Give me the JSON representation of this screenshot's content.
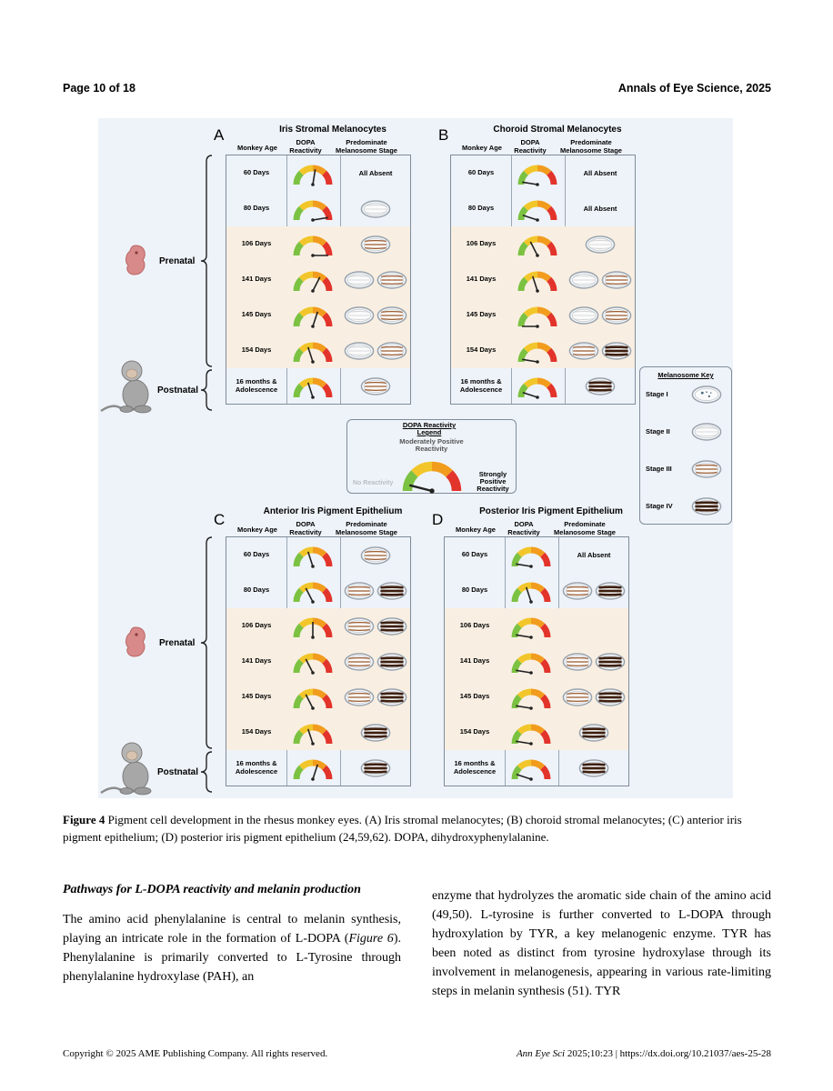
{
  "header": {
    "left": "Page 10 of 18",
    "right": "Annals of Eye Science, 2025"
  },
  "figure": {
    "col_age": "Monkey Age",
    "col_dopa": "DOPA Reactivity",
    "col_stage": "Predominate Melanosome Stage",
    "prenatal": "Prenatal",
    "postnatal": "Postnatal",
    "ages": [
      "60 Days",
      "80 Days",
      "106 Days",
      "141 Days",
      "145 Days",
      "154 Days",
      "16 months & Adolescence"
    ],
    "all_absent": "All Absent",
    "panels": [
      {
        "letter": "A",
        "title": "Iris Stromal Melanocytes",
        "dopa": [
          0.55,
          0.95,
          1.0,
          0.65,
          0.6,
          0.4,
          0.4
        ],
        "stages": [
          [
            "absent"
          ],
          [
            "II"
          ],
          [
            "III"
          ],
          [
            "II",
            "III"
          ],
          [
            "II",
            "III"
          ],
          [
            "II",
            "III"
          ],
          [
            "III"
          ]
        ]
      },
      {
        "letter": "B",
        "title": "Choroid Stromal Melanocytes",
        "dopa": [
          0.05,
          0.1,
          0.35,
          0.4,
          0.0,
          0.05,
          0.1
        ],
        "stages": [
          [
            "absent"
          ],
          [
            "absent"
          ],
          [
            "II"
          ],
          [
            "II",
            "III"
          ],
          [
            "II",
            "III"
          ],
          [
            "III",
            "IV"
          ],
          [
            "IV"
          ]
        ]
      },
      {
        "letter": "C",
        "title": "Anterior Iris Pigment Epithelium",
        "dopa": [
          0.4,
          0.35,
          0.5,
          0.35,
          0.35,
          0.4,
          0.6
        ],
        "stages": [
          [
            "III"
          ],
          [
            "III",
            "IV"
          ],
          [
            "III",
            "IV"
          ],
          [
            "III",
            "IV"
          ],
          [
            "III",
            "IV"
          ],
          [
            "IV"
          ],
          [
            "IV"
          ]
        ]
      },
      {
        "letter": "D",
        "title": "Posterior Iris Pigment Epithelium",
        "dopa": [
          0.05,
          0.4,
          0.05,
          0.05,
          0.05,
          0.05,
          0.1
        ],
        "stages": [
          [
            "absent"
          ],
          [
            "III",
            "IV"
          ],
          [],
          [
            "III",
            "IV"
          ],
          [
            "III",
            "IV"
          ],
          [
            "IV"
          ],
          [
            "IV"
          ]
        ]
      }
    ],
    "dopa_legend": {
      "title": "DOPA Reactivity Legend",
      "mid": "Moderately Positive Reactivity",
      "low": "No Reactivity",
      "high": "Strongly Positive Reactivity"
    },
    "melanosome_key": {
      "title": "Melanosome Key",
      "stages": [
        "Stage I",
        "Stage II",
        "Stage III",
        "Stage IV"
      ]
    }
  },
  "caption": {
    "label": "Figure 4",
    "text": " Pigment cell development in the rhesus monkey eyes. (A) Iris stromal melanocytes; (B) choroid stromal melanocytes; (C) anterior iris pigment epithelium; (D) posterior iris pigment epithelium (24,59,62). DOPA, dihydroxyphenylalanine."
  },
  "section": {
    "heading": "Pathways for L-DOPA reactivity and melanin production",
    "left_1": "The amino acid phenylalanine is central to melanin synthesis, playing an intricate role in the formation of L-DOPA (",
    "left_ref": "Figure 6",
    "left_2": "). Phenylalanine is primarily converted to L-Tyrosine through phenylalanine hydroxylase (PAH), an",
    "right": "enzyme that hydrolyzes the aromatic side chain of the amino acid (49,50). L-tyrosine is further converted to L-DOPA through hydroxylation by TYR, a key melanogenic enzyme. TYR has been noted as distinct from tyrosine hydroxylase through its involvement in melanogenesis, appearing in various rate-limiting steps in melanin synthesis (51). TYR"
  },
  "footer": {
    "left": "Copyright © 2025 AME Publishing Company. All rights reserved.",
    "journal": "Ann Eye Sci",
    "right": " 2025;10:23 | https://dx.doi.org/10.21037/aes-25-28"
  },
  "colors": {
    "green": "#7cc242",
    "yellow": "#f2c62a",
    "orange": "#f29c1e",
    "red": "#e2342b",
    "stage2": "#d0d0d0",
    "stage3": "#9b5a2e",
    "stage4": "#3d1f0f"
  }
}
